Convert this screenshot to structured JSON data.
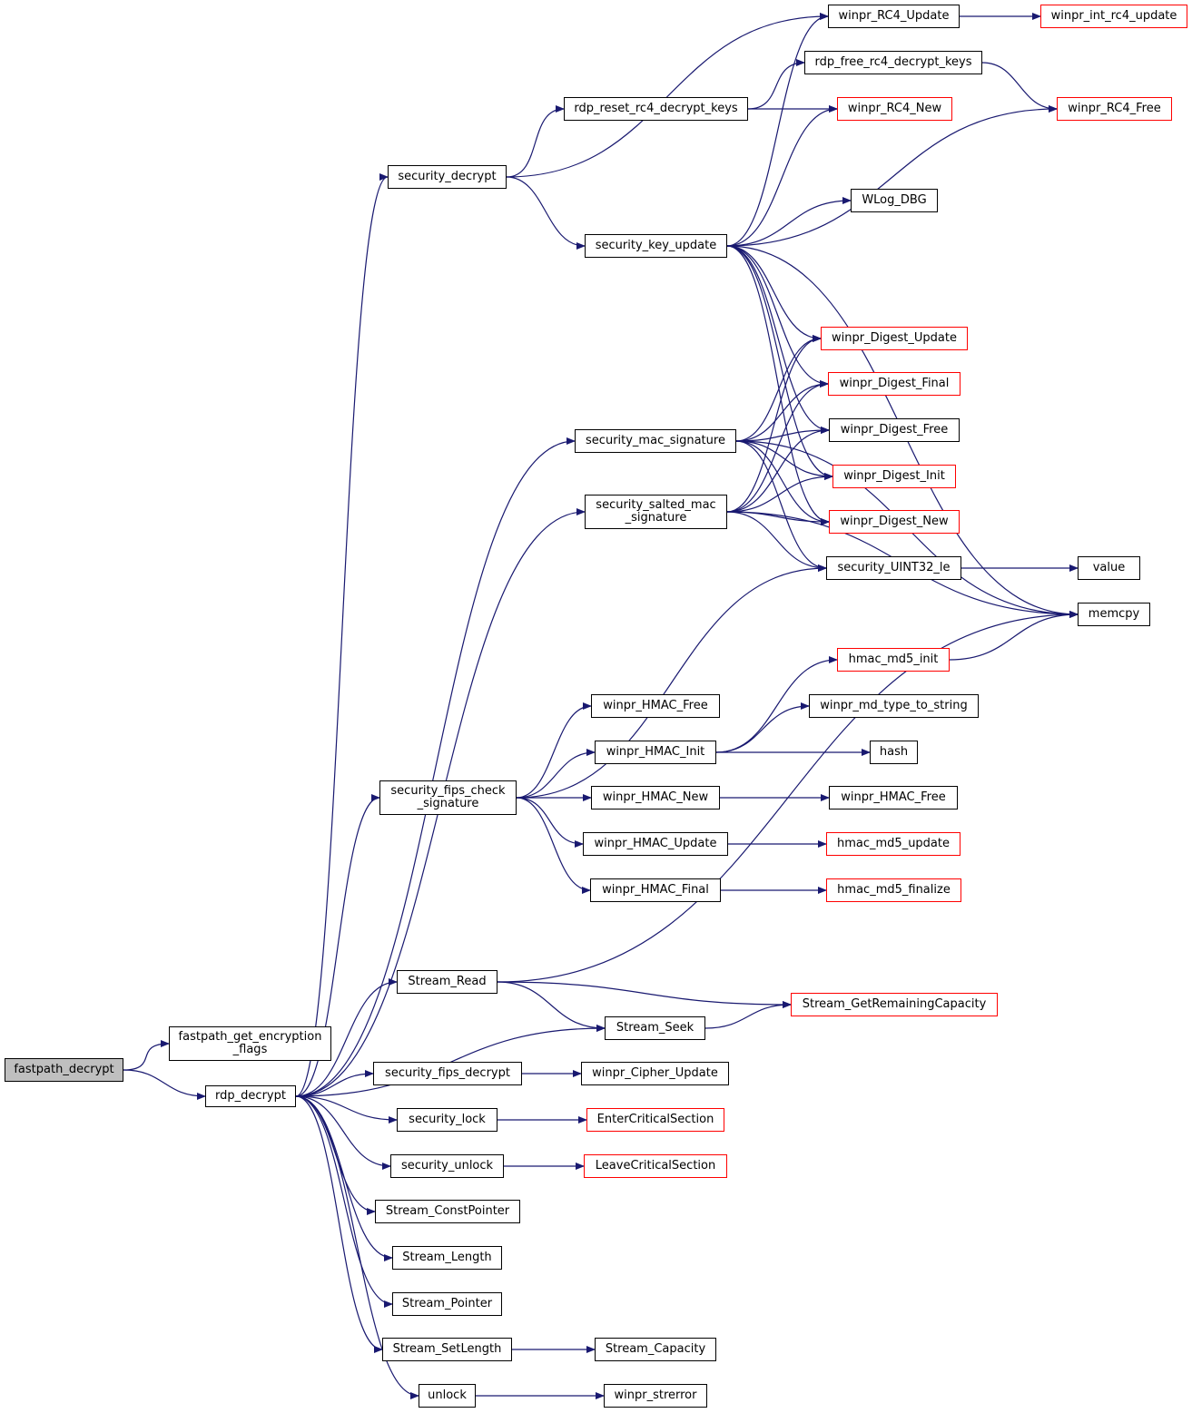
{
  "colors": {
    "edge": "#191970",
    "external_border": "#ff0000",
    "node_border": "#000000",
    "root_fill": "#bfbfbf"
  },
  "nodes": [
    {
      "id": "fastpath_decrypt",
      "label": "fastpath_decrypt",
      "kind": "root"
    },
    {
      "id": "fastpath_get_encryption_flags",
      "label": "fastpath_get_encryption\n_flags",
      "kind": "local"
    },
    {
      "id": "rdp_decrypt",
      "label": "rdp_decrypt",
      "kind": "local"
    },
    {
      "id": "security_decrypt",
      "label": "security_decrypt",
      "kind": "local"
    },
    {
      "id": "winpr_RC4_Update",
      "label": "winpr_RC4_Update",
      "kind": "local"
    },
    {
      "id": "winpr_int_rc4_update",
      "label": "winpr_int_rc4_update",
      "kind": "external"
    },
    {
      "id": "rdp_free_rc4_decrypt_keys",
      "label": "rdp_free_rc4_decrypt_keys",
      "kind": "local"
    },
    {
      "id": "rdp_reset_rc4_decrypt_keys",
      "label": "rdp_reset_rc4_decrypt_keys",
      "kind": "local"
    },
    {
      "id": "winpr_RC4_New",
      "label": "winpr_RC4_New",
      "kind": "external"
    },
    {
      "id": "winpr_RC4_Free",
      "label": "winpr_RC4_Free",
      "kind": "external"
    },
    {
      "id": "WLog_DBG",
      "label": "WLog_DBG",
      "kind": "local"
    },
    {
      "id": "security_key_update",
      "label": "security_key_update",
      "kind": "local"
    },
    {
      "id": "winpr_Digest_Update",
      "label": "winpr_Digest_Update",
      "kind": "external"
    },
    {
      "id": "winpr_Digest_Final",
      "label": "winpr_Digest_Final",
      "kind": "external"
    },
    {
      "id": "security_mac_signature",
      "label": "security_mac_signature",
      "kind": "local"
    },
    {
      "id": "winpr_Digest_Free",
      "label": "winpr_Digest_Free",
      "kind": "local"
    },
    {
      "id": "security_salted_mac_signature",
      "label": "security_salted_mac\n_signature",
      "kind": "local"
    },
    {
      "id": "winpr_Digest_Init",
      "label": "winpr_Digest_Init",
      "kind": "external"
    },
    {
      "id": "winpr_Digest_New",
      "label": "winpr_Digest_New",
      "kind": "external"
    },
    {
      "id": "security_UINT32_le",
      "label": "security_UINT32_le",
      "kind": "local"
    },
    {
      "id": "value",
      "label": "value",
      "kind": "local"
    },
    {
      "id": "memcpy",
      "label": "memcpy",
      "kind": "local"
    },
    {
      "id": "hmac_md5_init",
      "label": "hmac_md5_init",
      "kind": "external"
    },
    {
      "id": "winpr_HMAC_Free_a",
      "label": "winpr_HMAC_Free",
      "kind": "local"
    },
    {
      "id": "winpr_md_type_to_string",
      "label": "winpr_md_type_to_string",
      "kind": "local"
    },
    {
      "id": "winpr_HMAC_Init",
      "label": "winpr_HMAC_Init",
      "kind": "local"
    },
    {
      "id": "hash",
      "label": "hash",
      "kind": "local"
    },
    {
      "id": "security_fips_check_signature",
      "label": "security_fips_check\n_signature",
      "kind": "local"
    },
    {
      "id": "winpr_HMAC_New",
      "label": "winpr_HMAC_New",
      "kind": "local"
    },
    {
      "id": "winpr_HMAC_Free_b",
      "label": "winpr_HMAC_Free",
      "kind": "local"
    },
    {
      "id": "winpr_HMAC_Update",
      "label": "winpr_HMAC_Update",
      "kind": "local"
    },
    {
      "id": "hmac_md5_update",
      "label": "hmac_md5_update",
      "kind": "external"
    },
    {
      "id": "winpr_HMAC_Final",
      "label": "winpr_HMAC_Final",
      "kind": "local"
    },
    {
      "id": "hmac_md5_finalize",
      "label": "hmac_md5_finalize",
      "kind": "external"
    },
    {
      "id": "Stream_Read",
      "label": "Stream_Read",
      "kind": "local"
    },
    {
      "id": "Stream_GetRemainingCapacity",
      "label": "Stream_GetRemainingCapacity",
      "kind": "external"
    },
    {
      "id": "Stream_Seek",
      "label": "Stream_Seek",
      "kind": "local"
    },
    {
      "id": "security_fips_decrypt",
      "label": "security_fips_decrypt",
      "kind": "local"
    },
    {
      "id": "winpr_Cipher_Update",
      "label": "winpr_Cipher_Update",
      "kind": "local"
    },
    {
      "id": "security_lock",
      "label": "security_lock",
      "kind": "local"
    },
    {
      "id": "EnterCriticalSection",
      "label": "EnterCriticalSection",
      "kind": "external"
    },
    {
      "id": "security_unlock",
      "label": "security_unlock",
      "kind": "local"
    },
    {
      "id": "LeaveCriticalSection",
      "label": "LeaveCriticalSection",
      "kind": "external"
    },
    {
      "id": "Stream_ConstPointer",
      "label": "Stream_ConstPointer",
      "kind": "local"
    },
    {
      "id": "Stream_Length",
      "label": "Stream_Length",
      "kind": "local"
    },
    {
      "id": "Stream_Pointer",
      "label": "Stream_Pointer",
      "kind": "local"
    },
    {
      "id": "Stream_SetLength",
      "label": "Stream_SetLength",
      "kind": "local"
    },
    {
      "id": "Stream_Capacity",
      "label": "Stream_Capacity",
      "kind": "local"
    },
    {
      "id": "unlock",
      "label": "unlock",
      "kind": "local"
    },
    {
      "id": "winpr_strerror",
      "label": "winpr_strerror",
      "kind": "local"
    }
  ],
  "edges": [
    [
      "fastpath_decrypt",
      "fastpath_get_encryption_flags"
    ],
    [
      "fastpath_decrypt",
      "rdp_decrypt"
    ],
    [
      "rdp_decrypt",
      "security_decrypt"
    ],
    [
      "rdp_decrypt",
      "security_mac_signature"
    ],
    [
      "rdp_decrypt",
      "security_salted_mac_signature"
    ],
    [
      "rdp_decrypt",
      "security_fips_check_signature"
    ],
    [
      "rdp_decrypt",
      "Stream_Read"
    ],
    [
      "rdp_decrypt",
      "Stream_Seek"
    ],
    [
      "rdp_decrypt",
      "security_fips_decrypt"
    ],
    [
      "rdp_decrypt",
      "security_lock"
    ],
    [
      "rdp_decrypt",
      "security_unlock"
    ],
    [
      "rdp_decrypt",
      "Stream_ConstPointer"
    ],
    [
      "rdp_decrypt",
      "Stream_Length"
    ],
    [
      "rdp_decrypt",
      "Stream_Pointer"
    ],
    [
      "rdp_decrypt",
      "Stream_SetLength"
    ],
    [
      "rdp_decrypt",
      "unlock"
    ],
    [
      "security_decrypt",
      "winpr_RC4_Update"
    ],
    [
      "security_decrypt",
      "rdp_reset_rc4_decrypt_keys"
    ],
    [
      "security_decrypt",
      "security_key_update"
    ],
    [
      "winpr_RC4_Update",
      "winpr_int_rc4_update"
    ],
    [
      "rdp_reset_rc4_decrypt_keys",
      "rdp_free_rc4_decrypt_keys"
    ],
    [
      "rdp_reset_rc4_decrypt_keys",
      "winpr_RC4_New"
    ],
    [
      "rdp_free_rc4_decrypt_keys",
      "winpr_RC4_Free"
    ],
    [
      "security_key_update",
      "winpr_RC4_Update"
    ],
    [
      "security_key_update",
      "winpr_RC4_New"
    ],
    [
      "security_key_update",
      "winpr_RC4_Free"
    ],
    [
      "security_key_update",
      "WLog_DBG"
    ],
    [
      "security_key_update",
      "memcpy"
    ],
    [
      "security_key_update",
      "winpr_Digest_Update"
    ],
    [
      "security_key_update",
      "winpr_Digest_Final"
    ],
    [
      "security_key_update",
      "winpr_Digest_Free"
    ],
    [
      "security_key_update",
      "winpr_Digest_Init"
    ],
    [
      "security_key_update",
      "winpr_Digest_New"
    ],
    [
      "security_mac_signature",
      "winpr_Digest_Update"
    ],
    [
      "security_mac_signature",
      "winpr_Digest_Final"
    ],
    [
      "security_mac_signature",
      "winpr_Digest_Free"
    ],
    [
      "security_mac_signature",
      "winpr_Digest_Init"
    ],
    [
      "security_mac_signature",
      "winpr_Digest_New"
    ],
    [
      "security_mac_signature",
      "security_UINT32_le"
    ],
    [
      "security_mac_signature",
      "memcpy"
    ],
    [
      "security_salted_mac_signature",
      "winpr_Digest_Update"
    ],
    [
      "security_salted_mac_signature",
      "winpr_Digest_Final"
    ],
    [
      "security_salted_mac_signature",
      "winpr_Digest_Free"
    ],
    [
      "security_salted_mac_signature",
      "winpr_Digest_Init"
    ],
    [
      "security_salted_mac_signature",
      "winpr_Digest_New"
    ],
    [
      "security_salted_mac_signature",
      "security_UINT32_le"
    ],
    [
      "security_salted_mac_signature",
      "memcpy"
    ],
    [
      "security_UINT32_le",
      "value"
    ],
    [
      "hmac_md5_init",
      "memcpy"
    ],
    [
      "security_fips_check_signature",
      "security_UINT32_le"
    ],
    [
      "security_fips_check_signature",
      "winpr_HMAC_Free_a"
    ],
    [
      "security_fips_check_signature",
      "winpr_HMAC_Init"
    ],
    [
      "security_fips_check_signature",
      "winpr_HMAC_New"
    ],
    [
      "security_fips_check_signature",
      "winpr_HMAC_Update"
    ],
    [
      "security_fips_check_signature",
      "winpr_HMAC_Final"
    ],
    [
      "winpr_HMAC_Init",
      "hmac_md5_init"
    ],
    [
      "winpr_HMAC_Init",
      "winpr_md_type_to_string"
    ],
    [
      "winpr_HMAC_Init",
      "hash"
    ],
    [
      "winpr_HMAC_New",
      "winpr_HMAC_Free_b"
    ],
    [
      "winpr_HMAC_Update",
      "hmac_md5_update"
    ],
    [
      "winpr_HMAC_Final",
      "hmac_md5_finalize"
    ],
    [
      "Stream_Read",
      "memcpy"
    ],
    [
      "Stream_Read",
      "Stream_GetRemainingCapacity"
    ],
    [
      "Stream_Read",
      "Stream_Seek"
    ],
    [
      "Stream_Seek",
      "Stream_GetRemainingCapacity"
    ],
    [
      "security_fips_decrypt",
      "winpr_Cipher_Update"
    ],
    [
      "security_lock",
      "EnterCriticalSection"
    ],
    [
      "security_unlock",
      "LeaveCriticalSection"
    ],
    [
      "Stream_SetLength",
      "Stream_Capacity"
    ],
    [
      "unlock",
      "winpr_strerror"
    ]
  ]
}
